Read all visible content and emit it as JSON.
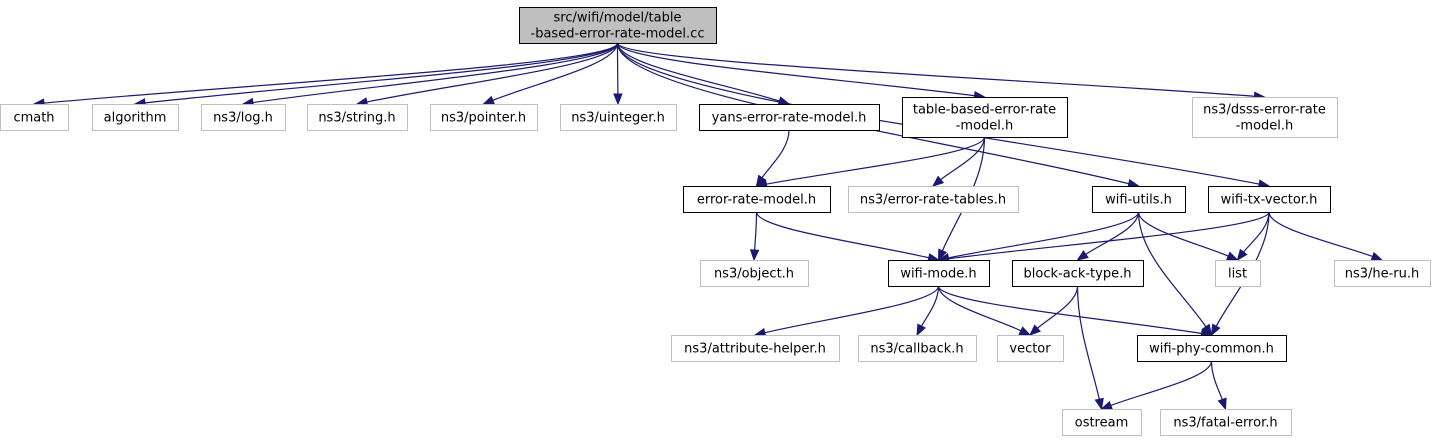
{
  "colors": {
    "edge": "#191970",
    "root_fill": "#bfbfbf",
    "local_border": "#000000",
    "external_border": "#bfbfbf",
    "node_fill": "#ffffff"
  },
  "nodes": [
    {
      "id": "root",
      "kind": "root",
      "lines": [
        "src/wifi/model/table",
        "-based-error-rate-model.cc"
      ]
    },
    {
      "id": "cmath",
      "kind": "external",
      "lines": [
        "cmath"
      ]
    },
    {
      "id": "algorithm",
      "kind": "external",
      "lines": [
        "algorithm"
      ]
    },
    {
      "id": "log",
      "kind": "external",
      "lines": [
        "ns3/log.h"
      ]
    },
    {
      "id": "string",
      "kind": "external",
      "lines": [
        "ns3/string.h"
      ]
    },
    {
      "id": "pointer",
      "kind": "external",
      "lines": [
        "ns3/pointer.h"
      ]
    },
    {
      "id": "uinteger",
      "kind": "external",
      "lines": [
        "ns3/uinteger.h"
      ]
    },
    {
      "id": "yans",
      "kind": "local",
      "lines": [
        "yans-error-rate-model.h"
      ]
    },
    {
      "id": "tberm",
      "kind": "local",
      "lines": [
        "table-based-error-rate",
        "-model.h"
      ]
    },
    {
      "id": "dsss",
      "kind": "external",
      "lines": [
        "ns3/dsss-error-rate",
        "-model.h"
      ]
    },
    {
      "id": "erm",
      "kind": "local",
      "lines": [
        "error-rate-model.h"
      ]
    },
    {
      "id": "ert",
      "kind": "external",
      "lines": [
        "ns3/error-rate-tables.h"
      ]
    },
    {
      "id": "wutils",
      "kind": "local",
      "lines": [
        "wifi-utils.h"
      ]
    },
    {
      "id": "wtx",
      "kind": "local",
      "lines": [
        "wifi-tx-vector.h"
      ]
    },
    {
      "id": "object",
      "kind": "external",
      "lines": [
        "ns3/object.h"
      ]
    },
    {
      "id": "wmode",
      "kind": "local",
      "lines": [
        "wifi-mode.h"
      ]
    },
    {
      "id": "bat",
      "kind": "local",
      "lines": [
        "block-ack-type.h"
      ]
    },
    {
      "id": "list",
      "kind": "external",
      "lines": [
        "list"
      ]
    },
    {
      "id": "heru",
      "kind": "external",
      "lines": [
        "ns3/he-ru.h"
      ]
    },
    {
      "id": "attr",
      "kind": "external",
      "lines": [
        "ns3/attribute-helper.h"
      ]
    },
    {
      "id": "callback",
      "kind": "external",
      "lines": [
        "ns3/callback.h"
      ]
    },
    {
      "id": "vector",
      "kind": "external",
      "lines": [
        "vector"
      ]
    },
    {
      "id": "wpc",
      "kind": "local",
      "lines": [
        "wifi-phy-common.h"
      ]
    },
    {
      "id": "ostream",
      "kind": "external",
      "lines": [
        "ostream"
      ]
    },
    {
      "id": "fatal",
      "kind": "external",
      "lines": [
        "ns3/fatal-error.h"
      ]
    }
  ],
  "edges": [
    {
      "from": "root",
      "to": "cmath"
    },
    {
      "from": "root",
      "to": "algorithm"
    },
    {
      "from": "root",
      "to": "log"
    },
    {
      "from": "root",
      "to": "string"
    },
    {
      "from": "root",
      "to": "pointer"
    },
    {
      "from": "root",
      "to": "uinteger"
    },
    {
      "from": "root",
      "to": "yans"
    },
    {
      "from": "root",
      "to": "tberm"
    },
    {
      "from": "root",
      "to": "dsss"
    },
    {
      "from": "root",
      "to": "wutils"
    },
    {
      "from": "root",
      "to": "wtx"
    },
    {
      "from": "yans",
      "to": "erm"
    },
    {
      "from": "tberm",
      "to": "erm"
    },
    {
      "from": "tberm",
      "to": "ert"
    },
    {
      "from": "tberm",
      "to": "wmode"
    },
    {
      "from": "erm",
      "to": "object"
    },
    {
      "from": "erm",
      "to": "wmode"
    },
    {
      "from": "wutils",
      "to": "wmode"
    },
    {
      "from": "wutils",
      "to": "bat"
    },
    {
      "from": "wutils",
      "to": "list"
    },
    {
      "from": "wutils",
      "to": "wpc"
    },
    {
      "from": "wtx",
      "to": "wmode"
    },
    {
      "from": "wtx",
      "to": "list"
    },
    {
      "from": "wtx",
      "to": "heru"
    },
    {
      "from": "wtx",
      "to": "wpc"
    },
    {
      "from": "wmode",
      "to": "attr"
    },
    {
      "from": "wmode",
      "to": "callback"
    },
    {
      "from": "wmode",
      "to": "vector"
    },
    {
      "from": "wmode",
      "to": "wpc"
    },
    {
      "from": "bat",
      "to": "vector"
    },
    {
      "from": "bat",
      "to": "ostream"
    },
    {
      "from": "wpc",
      "to": "ostream"
    },
    {
      "from": "wpc",
      "to": "fatal"
    }
  ]
}
